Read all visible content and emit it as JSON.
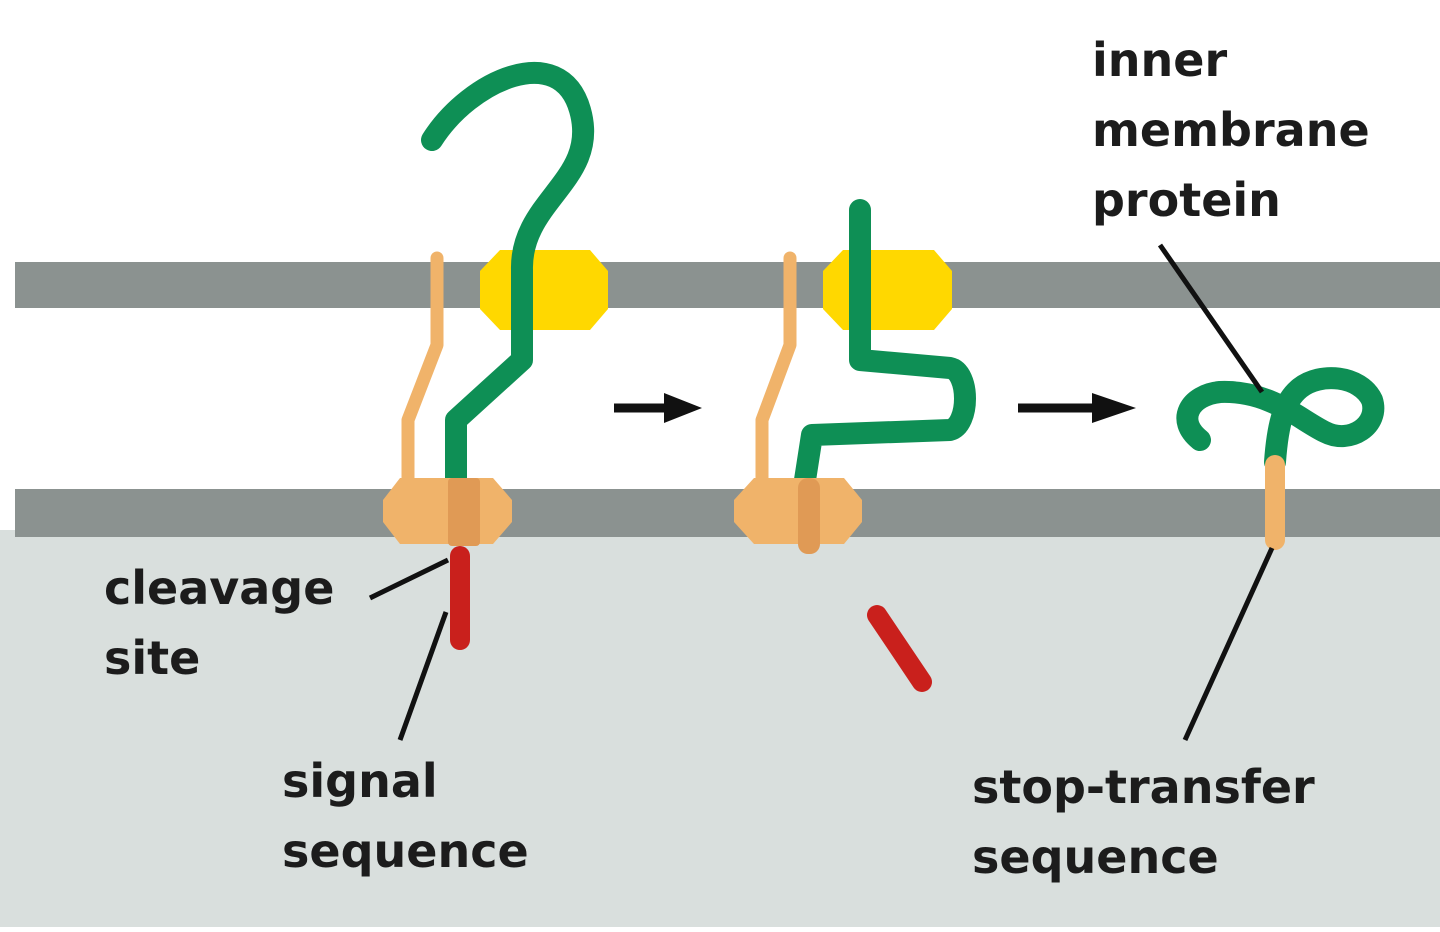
{
  "labels": {
    "inner_membrane_protein": [
      "inner",
      "membrane",
      "protein"
    ],
    "cleavage_site": [
      "cleavage",
      "site"
    ],
    "signal_sequence": [
      "signal",
      "sequence"
    ],
    "stop_transfer_sequence": [
      "stop-transfer",
      "sequence"
    ]
  },
  "colors": {
    "background": "#ffffff",
    "matrix": "#d9dfdd",
    "membrane": "#8b9290",
    "translocator_outer": "#ffd800",
    "translocator_inner": "#f0b36a",
    "chain_green": "#0e8f55",
    "chain_orange": "#f0b36a",
    "signal_red": "#c9201c",
    "arrow": "#111111",
    "label_text": "#1c1c1c",
    "leader_line": "#111111"
  }
}
